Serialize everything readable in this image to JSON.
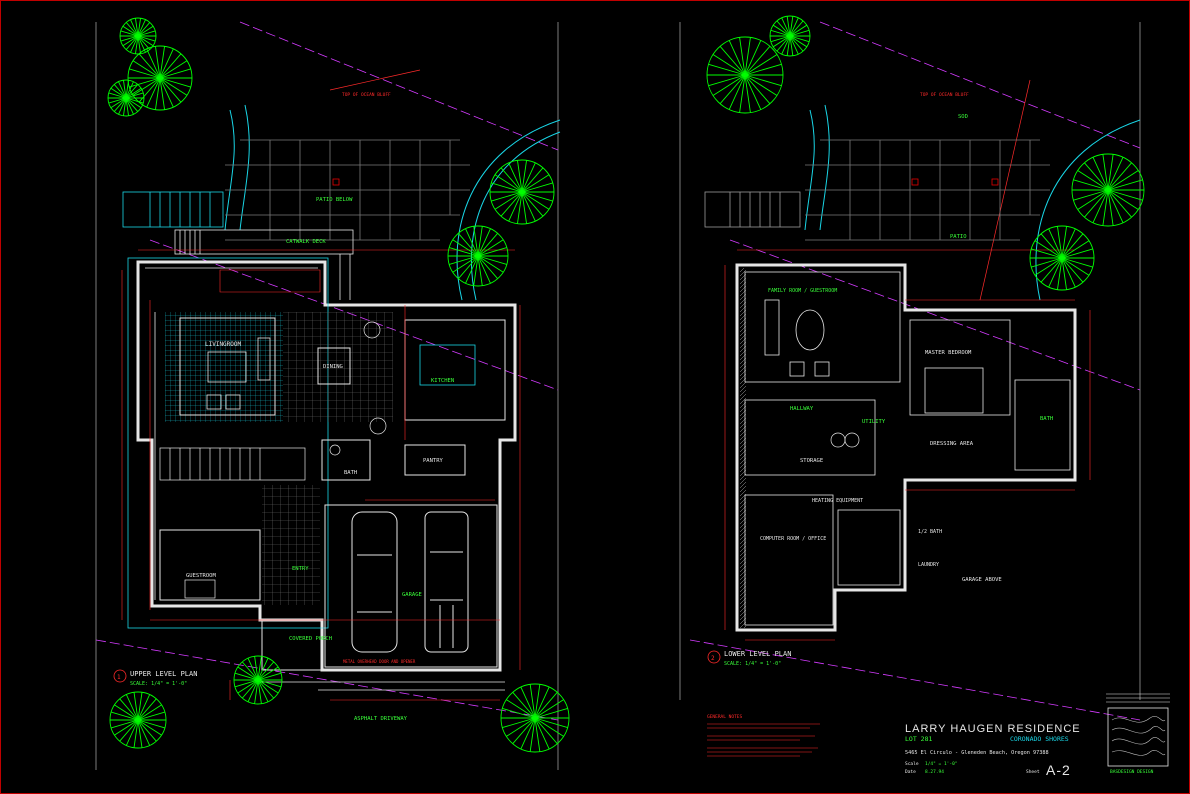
{
  "colors": {
    "background": "#000000",
    "wall": "#e6e6e6",
    "dim": "#ff2a2a",
    "label": "#39ff39",
    "cyan": "#19d6e6",
    "magenta": "#d43bff",
    "yellow": "#e6e600",
    "tree": "#00ff00",
    "grid": "#8a8a8a"
  },
  "upper_plan": {
    "title": "UPPER LEVEL PLAN",
    "scale": "SCALE: 1/4\" = 1'-0\"",
    "bubble": "1",
    "rooms": {
      "patio": "PATIO BELOW",
      "catwalk": "CATWALK DECK",
      "living": "LIVINGROOM",
      "dining": "DINING",
      "kitchen": "KITCHEN",
      "bath": "BATH",
      "pantry": "PANTRY",
      "guest": "GUESTROOM",
      "entry": "ENTRY",
      "garage": "GARAGE",
      "porch": "COVERED PORCH",
      "driveway": "ASPHALT DRIVEWAY"
    },
    "notes": {
      "bluff": "TOP OF OCEAN BLUFF",
      "garage_door": "METAL OVERHEAD DOOR AND OPENER"
    }
  },
  "lower_plan": {
    "title": "LOWER LEVEL PLAN",
    "scale": "SCALE: 1/4\" = 1'-0\"",
    "bubble": "2",
    "rooms": {
      "sod": "SOD",
      "patio": "PATIO",
      "family": "FAMILY ROOM / GUESTROOM",
      "master": "MASTER BEDROOM",
      "hallway": "HALLWAY",
      "utility": "UTILITY",
      "storage": "STORAGE",
      "heating": "HEATING EQUIPMENT",
      "dressing": "DRESSING AREA",
      "bath": "BATH",
      "computer": "COMPUTER ROOM / OFFICE",
      "half_bath": "1/2 BATH",
      "laundry": "LAUNDRY",
      "garage_above": "GARAGE ABOVE"
    },
    "notes": {
      "bluff": "TOP OF OCEAN BLUFF"
    }
  },
  "title_block": {
    "project": "LARRY HAUGEN RESIDENCE",
    "lot": "LOT 281",
    "subdivision": "CORONADO SHORES",
    "address": "5465 El Circulo - Gleneden Beach, Oregon 97388",
    "scale_label": "Scale",
    "scale_value": "1/4\" = 1'-0\"",
    "date_label": "Date",
    "date_value": "8.27.94",
    "sheet_label": "Sheet",
    "sheet_number": "A-2",
    "general_notes_heading": "GENERAL NOTES",
    "designer": "BASDESIGN DESIGN"
  }
}
